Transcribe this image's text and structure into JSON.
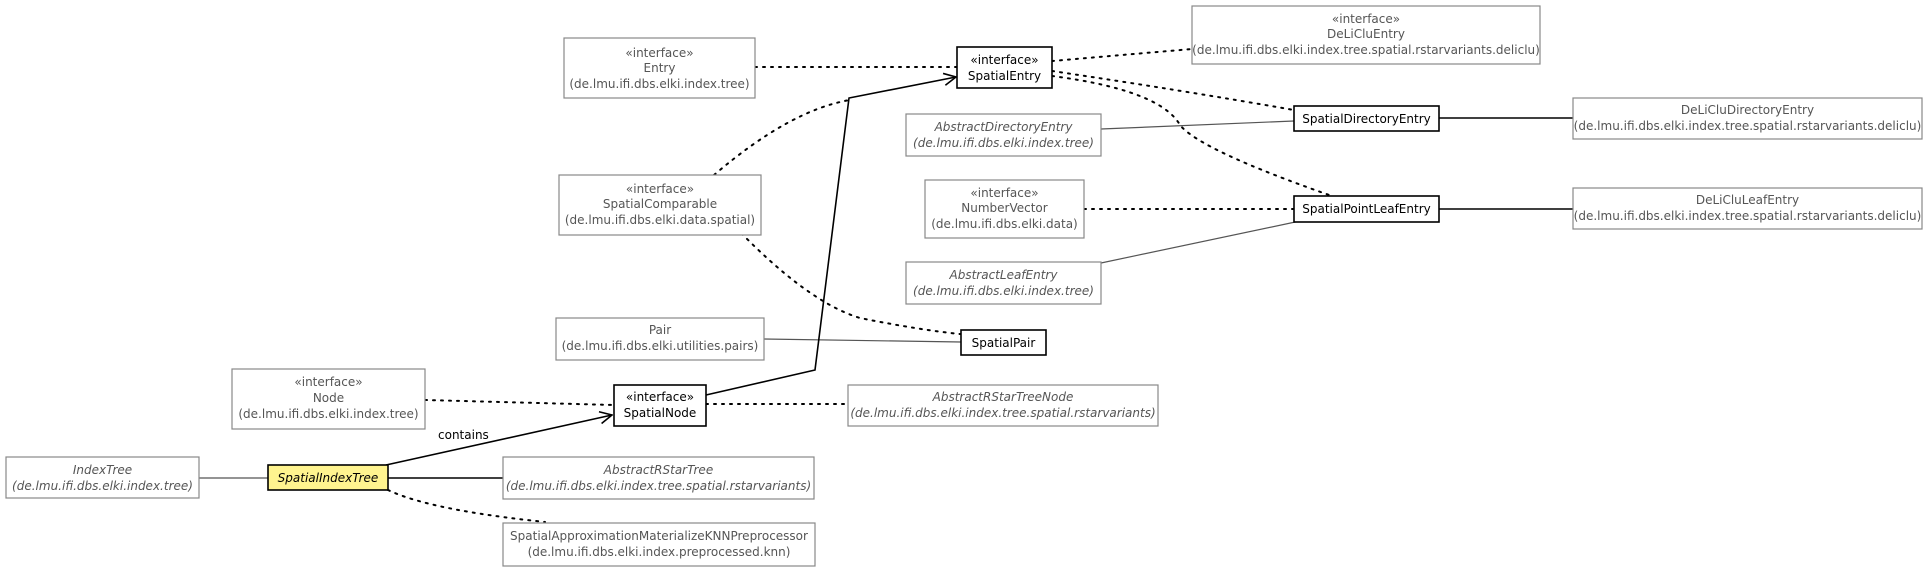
{
  "diagram": {
    "nodes": {
      "entry": [
        "«interface»",
        "Entry",
        "(de.lmu.ifi.dbs.elki.index.tree)"
      ],
      "spatialEntry": [
        "«interface»",
        "SpatialEntry"
      ],
      "deliCluEntry": [
        "«interface»",
        "DeLiCluEntry",
        "(de.lmu.ifi.dbs.elki.index.tree.spatial.rstarvariants.deliclu)"
      ],
      "abstractDirectoryEntry": [
        "AbstractDirectoryEntry",
        "(de.lmu.ifi.dbs.elki.index.tree)"
      ],
      "spatialDirectoryEntry": [
        "SpatialDirectoryEntry"
      ],
      "deliCluDirectoryEntry": [
        "DeLiCluDirectoryEntry",
        "(de.lmu.ifi.dbs.elki.index.tree.spatial.rstarvariants.deliclu)"
      ],
      "spatialComparable": [
        "«interface»",
        "SpatialComparable",
        "(de.lmu.ifi.dbs.elki.data.spatial)"
      ],
      "numberVector": [
        "«interface»",
        "NumberVector",
        "(de.lmu.ifi.dbs.elki.data)"
      ],
      "spatialPointLeafEntry": [
        "SpatialPointLeafEntry"
      ],
      "deliCluLeafEntry": [
        "DeLiCluLeafEntry",
        "(de.lmu.ifi.dbs.elki.index.tree.spatial.rstarvariants.deliclu)"
      ],
      "abstractLeafEntry": [
        "AbstractLeafEntry",
        "(de.lmu.ifi.dbs.elki.index.tree)"
      ],
      "pair": [
        "Pair",
        "(de.lmu.ifi.dbs.elki.utilities.pairs)"
      ],
      "spatialPair": [
        "SpatialPair"
      ],
      "node": [
        "«interface»",
        "Node",
        "(de.lmu.ifi.dbs.elki.index.tree)"
      ],
      "spatialNode": [
        "«interface»",
        "SpatialNode"
      ],
      "abstractRStarTreeNode": [
        "AbstractRStarTreeNode",
        "(de.lmu.ifi.dbs.elki.index.tree.spatial.rstarvariants)"
      ],
      "indexTree": [
        "IndexTree",
        "(de.lmu.ifi.dbs.elki.index.tree)"
      ],
      "spatialIndexTree": [
        "SpatialIndexTree"
      ],
      "abstractRStarTree": [
        "AbstractRStarTree",
        "(de.lmu.ifi.dbs.elki.index.tree.spatial.rstarvariants)"
      ],
      "knnPreprocessor": [
        "SpatialApproximationMaterializeKNNPreprocessor",
        "(de.lmu.ifi.dbs.elki.index.preprocessed.knn)"
      ]
    },
    "edge_labels": {
      "contains": "contains"
    },
    "colors": {
      "focus_fill": "#fff48f",
      "muted_stroke": "#888888",
      "main_stroke": "#000000"
    }
  }
}
